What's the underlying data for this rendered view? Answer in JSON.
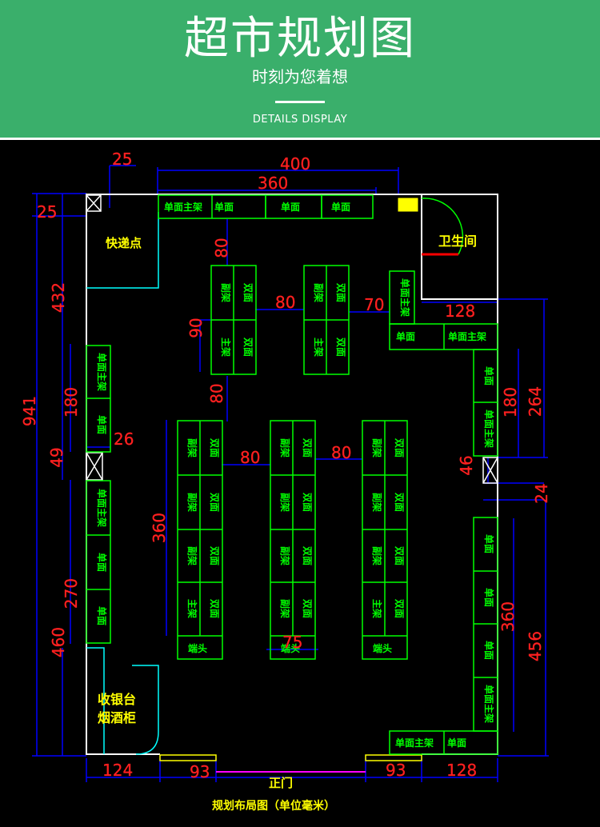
{
  "header": {
    "title": "超市规划图",
    "subtitle": "时刻为您着想",
    "details": "DETAILS DISPLAY"
  },
  "colors": {
    "header_bg": "#3aaf6b",
    "wall": "#ffffff",
    "shelf": "#00ff00",
    "dimension": "#0000ff",
    "dimension_text": "#ff2020",
    "area_label": "#ffff00",
    "cyan_zone": "#00ffff",
    "entrance": "#ff00ff"
  },
  "dimensions": {
    "d25_top": "25",
    "d400": "400",
    "d360_top": "360",
    "d25_left": "25",
    "d80_a": "80",
    "d432": "432",
    "d80_b": "80",
    "d70": "70",
    "d128_top": "128",
    "d90": "90",
    "d941": "941",
    "d180_left": "180",
    "d80_c": "80",
    "d264": "264",
    "d180_right": "180",
    "d26": "26",
    "d49": "49",
    "d80_d": "80",
    "d80_e": "80",
    "d46": "46",
    "d24": "24",
    "d360_mid": "360",
    "d270": "270",
    "d360_right": "360",
    "d456": "456",
    "d460": "460",
    "d75": "75",
    "d124": "124",
    "d93_left": "93",
    "d93_right": "93",
    "d128_bottom": "128"
  },
  "areas": {
    "express": "快递点",
    "restroom": "卫生间",
    "cashier": "收银台",
    "tobacco": "烟酒柜",
    "entrance": "正门",
    "caption": "规划布局图（单位毫米）"
  },
  "shelf_labels": {
    "single": "单面",
    "single_main": "单面主架",
    "double": "双面",
    "side": "副架",
    "main": "主架",
    "end_cap": "端头",
    "main_vertical": "单面主架"
  }
}
